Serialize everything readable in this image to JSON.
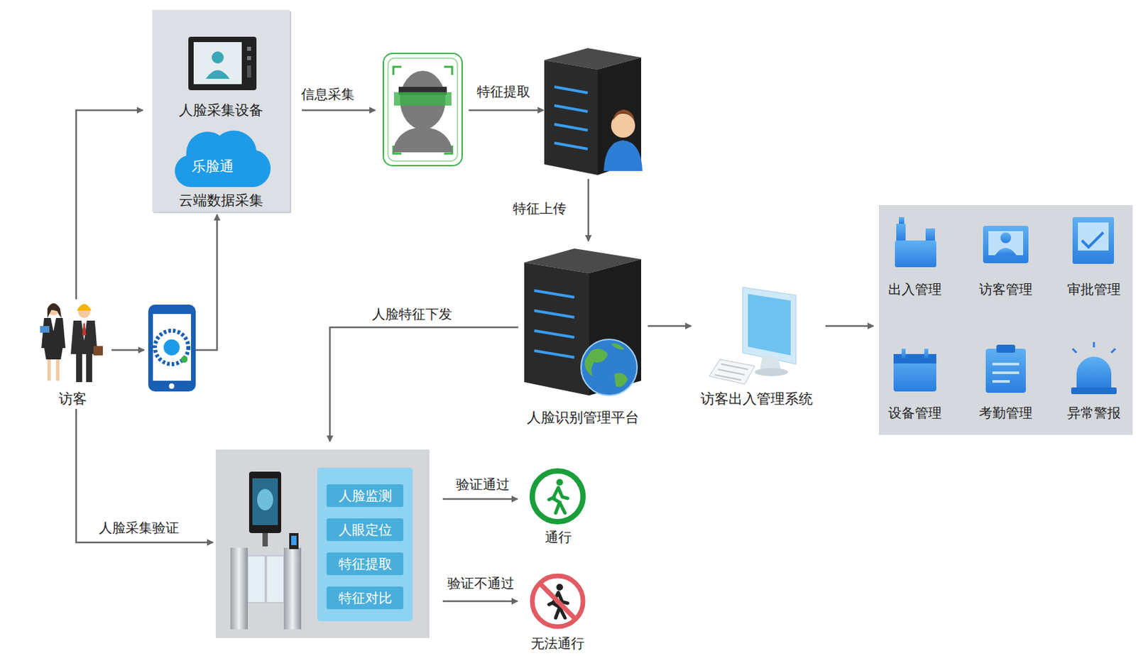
{
  "diagram": {
    "nodes": [
      {
        "text": [
          "访客"
        ]
      },
      {
        "text": [
          "人脸采集设备",
          "云端数据采集"
        ]
      },
      {
        "text": [
          "乐脸通"
        ],
        "in": 1
      },
      {
        "text": []
      },
      {
        "text": []
      },
      {
        "text": []
      },
      {
        "text": [
          "人脸识别管理平台"
        ]
      },
      {
        "text": [
          "访客出入管理系统"
        ]
      },
      {
        "text": []
      },
      {
        "text": [
          "出入管理"
        ],
        "in": 8
      },
      {
        "text": [
          "访客管理"
        ],
        "in": 8
      },
      {
        "text": [
          "审批管理"
        ],
        "in": 8
      },
      {
        "text": [
          "设备管理"
        ],
        "in": 8
      },
      {
        "text": [
          "考勤管理"
        ],
        "in": 8
      },
      {
        "text": [
          "异常警报"
        ],
        "in": 8
      },
      {
        "text": []
      },
      {
        "text": [],
        "in": 15
      },
      {
        "text": [
          "人脸监测"
        ],
        "in": 16
      },
      {
        "text": [
          "人眼定位"
        ],
        "in": 16
      },
      {
        "text": [
          "特征提取"
        ],
        "in": 16
      },
      {
        "text": [
          "特征对比"
        ],
        "in": 16
      },
      {
        "text": [
          "通行"
        ]
      },
      {
        "text": [
          "无法通行"
        ]
      }
    ],
    "edges": [
      {
        "from": 0,
        "to": 1,
        "arrow": "to"
      },
      {
        "from": 0,
        "to": 3,
        "arrow": "to"
      },
      {
        "from": 3,
        "to": 1,
        "arrow": "to"
      },
      {
        "from": 1,
        "to": 4,
        "label": "信息采集",
        "arrow": "to"
      },
      {
        "from": 4,
        "to": 5,
        "label": "特征提取",
        "arrow": "to"
      },
      {
        "from": 5,
        "to": 6,
        "label": "特征上传",
        "arrow": "to"
      },
      {
        "from": 6,
        "to": 15,
        "label": "人脸特征下发",
        "arrow": "to"
      },
      {
        "from": 6,
        "to": 7,
        "arrow": "to"
      },
      {
        "from": 7,
        "to": 8,
        "arrow": "to"
      },
      {
        "from": 0,
        "to": 15,
        "label": "人脸采集验证",
        "arrow": "to"
      },
      {
        "from": 15,
        "to": 21,
        "label": "验证通过",
        "arrow": "to"
      },
      {
        "from": 15,
        "to": 22,
        "label": "验证不通过",
        "arrow": "to"
      }
    ]
  }
}
